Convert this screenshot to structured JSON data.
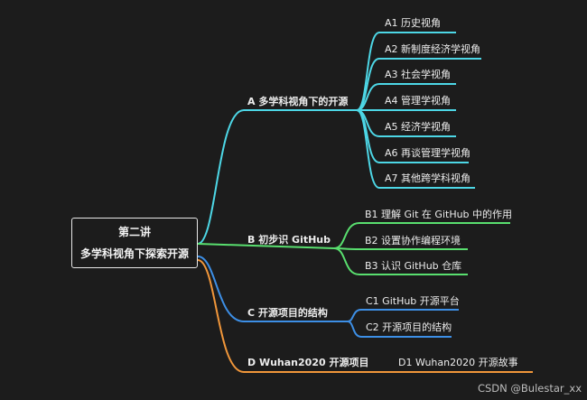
{
  "root": {
    "line1": "第二讲",
    "line2": "多学科视角下探索开源"
  },
  "branches": [
    {
      "label": "A 多学科视角下的开源",
      "color": "#4dd7e6",
      "children": [
        "A1 历史视角",
        "A2 新制度经济学视角",
        "A3 社会学视角",
        "A4 管理学视角",
        "A5 经济学视角",
        "A6 再谈管理学视角",
        "A7 其他跨学科视角"
      ]
    },
    {
      "label": "B 初步识 GitHub",
      "color": "#59df6f",
      "children": [
        "B1 理解 Git 在 GitHub 中的作用",
        "B2 设置协作编程环境",
        "B3 认识 GitHub 仓库"
      ]
    },
    {
      "label": "C 开源项目的结构",
      "color": "#3d8fe6",
      "children": [
        "C1 GitHub 开源平台",
        "C2 开源项目的结构"
      ]
    },
    {
      "label": "D Wuhan2020 开源项目",
      "color": "#f0963a",
      "children": [
        "D1 Wuhan2020 开源故事"
      ]
    }
  ],
  "watermark": "CSDN @Bulestar_xx"
}
